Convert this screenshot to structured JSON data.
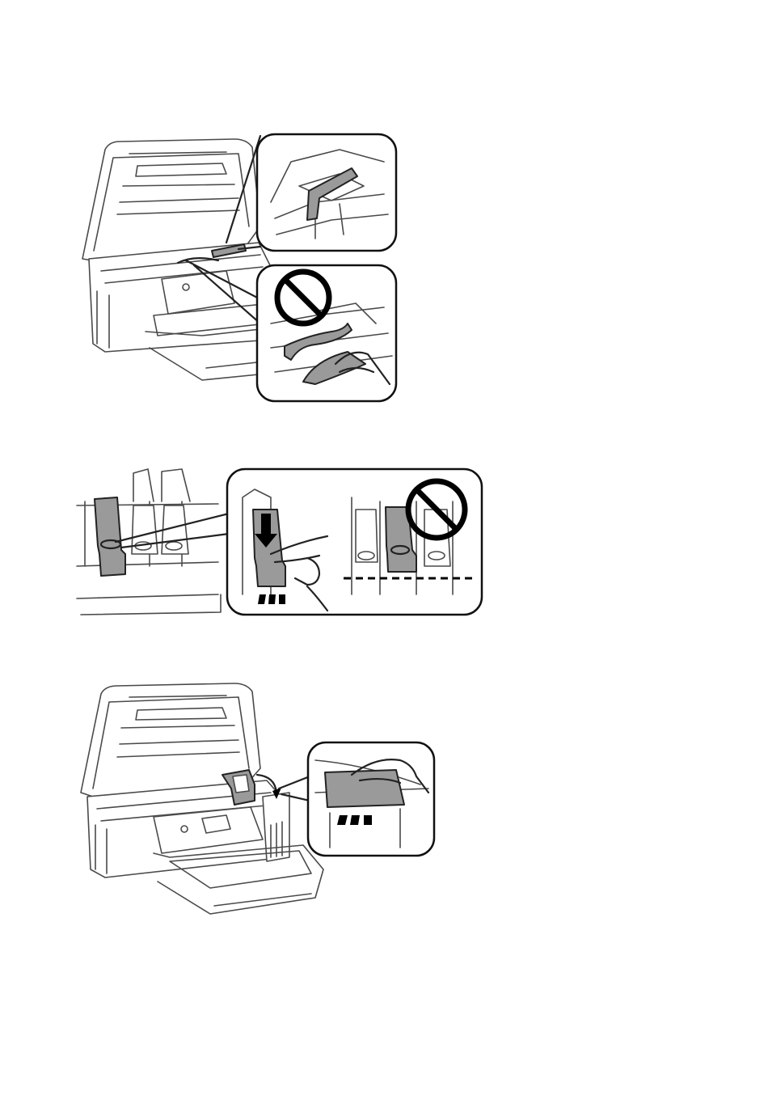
{
  "figures": [
    {
      "id": "step-remove-tape",
      "callouts": [
        {
          "id": "tape-detail",
          "prohibited": false
        },
        {
          "id": "do-not-touch-cable",
          "prohibited": true,
          "icon": "prohibition-icon"
        }
      ]
    },
    {
      "id": "step-close-ink-cap",
      "callouts": [
        {
          "id": "press-cap-down",
          "prohibited": false,
          "icon": "down-arrow-icon"
        },
        {
          "id": "cap-not-seated",
          "prohibited": true,
          "icon": "prohibition-icon"
        }
      ]
    },
    {
      "id": "step-close-scanner-unit",
      "callouts": [
        {
          "id": "hold-cover",
          "prohibited": false
        }
      ]
    }
  ],
  "colors": {
    "line": "#4a4a4a",
    "part_gray": "#9a9a9a",
    "outline": "#111111"
  }
}
